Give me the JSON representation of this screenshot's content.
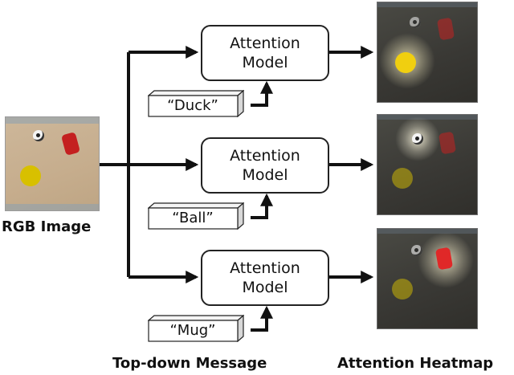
{
  "input": {
    "label": "RGB Image"
  },
  "model_label": {
    "line1": "Attention",
    "line2": "Model"
  },
  "branches": [
    {
      "message": "“Duck”"
    },
    {
      "message": "“Ball”"
    },
    {
      "message": "“Mug”"
    }
  ],
  "captions": {
    "messages": "Top-down Message",
    "heatmap": "Attention Heatmap"
  },
  "icons": [
    "duck-icon",
    "ball-icon",
    "mug-icon"
  ],
  "colors": {
    "duck": "#d8c000",
    "mug": "#c42020",
    "ball": "#f4f4f4",
    "highlight": "#fff6c8"
  }
}
